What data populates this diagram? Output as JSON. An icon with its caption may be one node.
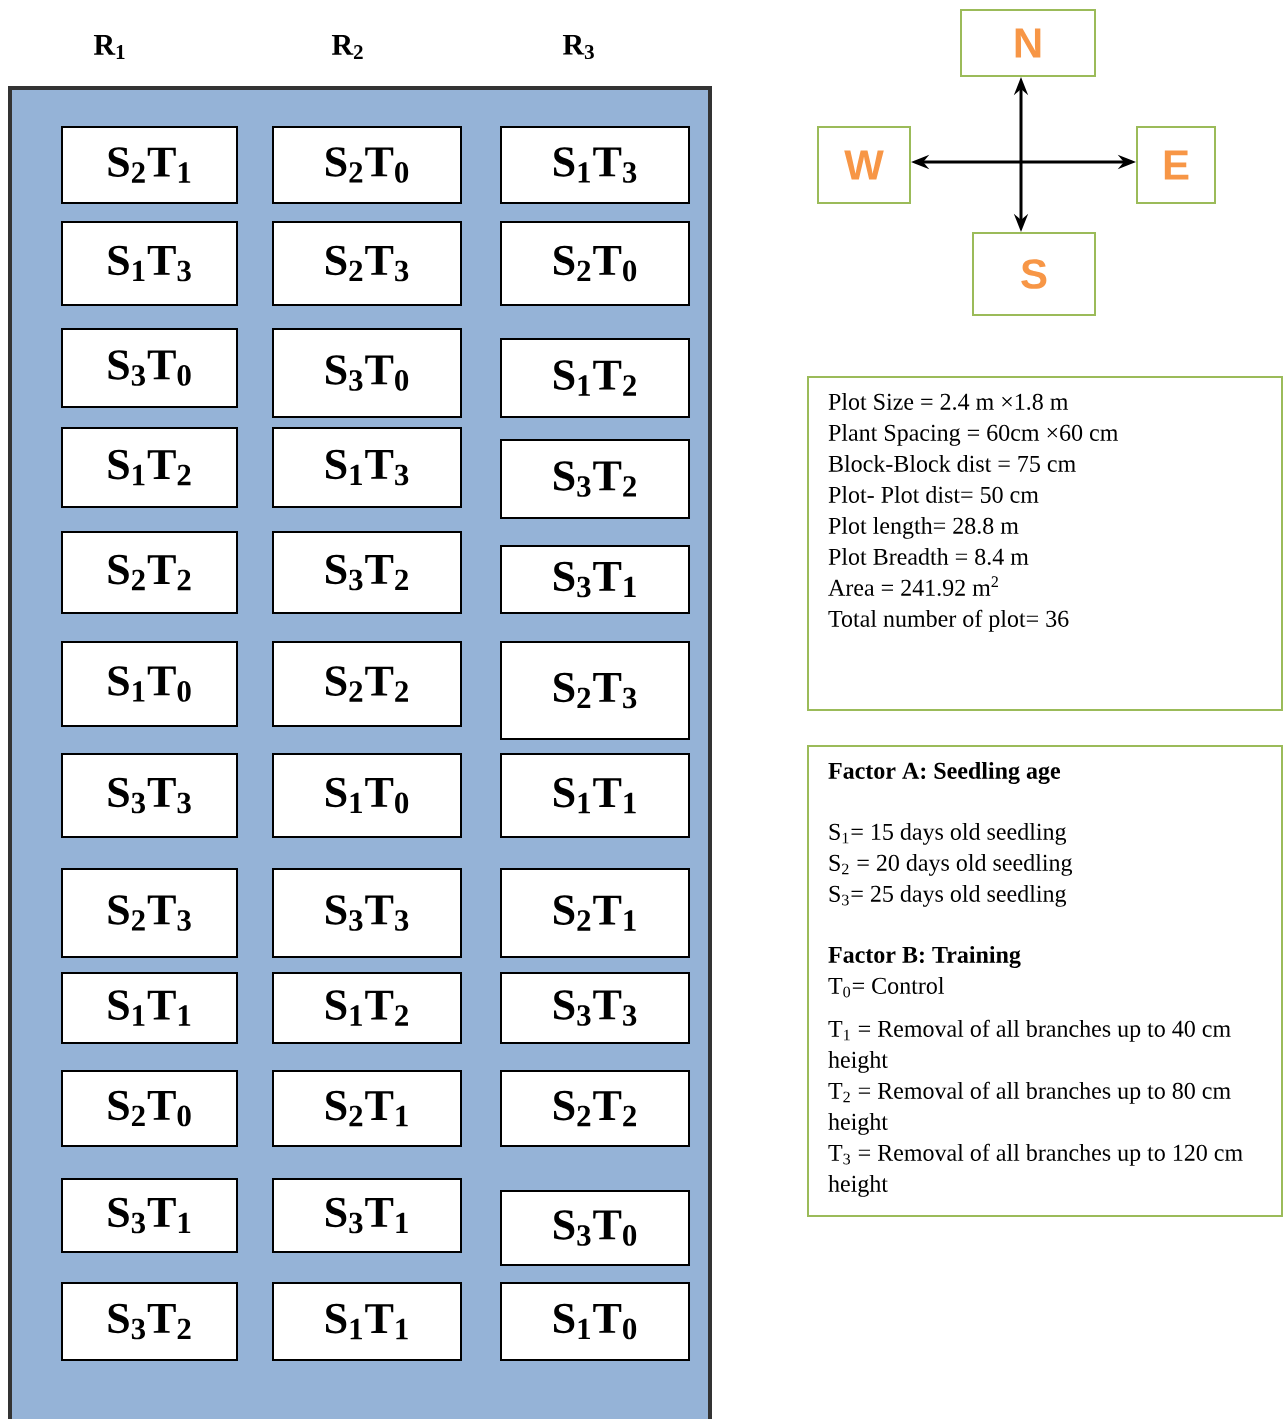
{
  "diagram": {
    "nodes": [
      {
        "text": [],
        "shape": "box"
      },
      {
        "text": [
          "S$_{2}$T$_{1}$"
        ],
        "in": 0
      },
      {
        "text": [
          "S$_{2}$T$_{0}$"
        ],
        "in": 0
      },
      {
        "text": [
          "S$_{1}$T$_{3}$"
        ],
        "in": 0
      },
      {
        "text": [
          "S$_{1}$T$_{3}$"
        ],
        "in": 0
      },
      {
        "text": [
          "S$_{2}$T$_{3}$"
        ],
        "in": 0
      },
      {
        "text": [
          "S$_{2}$T$_{0}$"
        ],
        "in": 0
      },
      {
        "text": [
          "S$_{3}$T$_{0}$"
        ],
        "in": 0
      },
      {
        "text": [
          "S$_{3}$T$_{0}$"
        ],
        "in": 0
      },
      {
        "text": [
          "S$_{1}$T$_{2}$"
        ],
        "in": 0
      },
      {
        "text": [
          "S$_{1}$T$_{2}$"
        ],
        "in": 0
      },
      {
        "text": [
          "S$_{1}$T$_{3}$"
        ],
        "in": 0
      },
      {
        "text": [
          "S$_{3}$T$_{2}$"
        ],
        "in": 0
      },
      {
        "text": [
          "S$_{2}$T$_{2}$"
        ],
        "in": 0
      },
      {
        "text": [
          "S$_{3}$T$_{2}$"
        ],
        "in": 0
      },
      {
        "text": [
          "S$_{3}$T$_{1}$"
        ],
        "in": 0
      },
      {
        "text": [
          "S$_{1}$T$_{0}$"
        ],
        "in": 0
      },
      {
        "text": [
          "S$_{2}$T$_{2}$"
        ],
        "in": 0
      },
      {
        "text": [
          "S$_{2}$T$_{3}$"
        ],
        "in": 0
      },
      {
        "text": [
          "S$_{3}$T$_{3}$"
        ],
        "in": 0
      },
      {
        "text": [
          "S$_{1}$T$_{0}$"
        ],
        "in": 0
      },
      {
        "text": [
          "S$_{1}$T$_{1}$"
        ],
        "in": 0
      },
      {
        "text": [
          "S$_{2}$T$_{3}$"
        ],
        "in": 0
      },
      {
        "text": [
          "S$_{3}$T$_{3}$"
        ],
        "in": 0
      },
      {
        "text": [
          "S$_{2}$T$_{1}$"
        ],
        "in": 0
      },
      {
        "text": [
          "S$_{1}$T$_{1}$"
        ],
        "in": 0
      },
      {
        "text": [
          "S$_{1}$T$_{2}$"
        ],
        "in": 0
      },
      {
        "text": [
          "S$_{3}$T$_{3}$"
        ],
        "in": 0
      },
      {
        "text": [
          "S$_{2}$T$_{0}$"
        ],
        "in": 0
      },
      {
        "text": [
          "S$_{2}$T$_{1}$"
        ],
        "in": 0
      },
      {
        "text": [
          "S$_{2}$T$_{2}$"
        ],
        "in": 0
      },
      {
        "text": [
          "S$_{3}$T$_{1}$"
        ],
        "in": 0
      },
      {
        "text": [
          "S$_{3}$T$_{1}$"
        ],
        "in": 0
      },
      {
        "text": [
          "S$_{3}$T$_{0}$"
        ],
        "in": 0
      },
      {
        "text": [
          "S$_{3}$T$_{2}$"
        ],
        "in": 0
      },
      {
        "text": [
          "S$_{1}$T$_{1}$"
        ],
        "in": 0
      },
      {
        "text": [
          "S$_{1}$T$_{0}$"
        ],
        "in": 0
      },
      {
        "text": [
          "N"
        ]
      },
      {
        "text": [
          "W"
        ]
      },
      {
        "text": [
          "E"
        ]
      },
      {
        "text": [
          "S"
        ]
      },
      {
        "text": [
          "Plot Size = 2.4 m ×1.8 m",
          "Plant Spacing = 60cm ×60 cm",
          "Block-Block dist = 75 cm",
          "Plot- Plot dist= 50 cm",
          "Plot length= 28.8 m",
          "Plot Breadth = 8.4 m",
          "Area = 241.92  m$^{2}$",
          "Total number of plot= 36"
        ]
      },
      {
        "text": [
          "Factor A: Seedling age",
          "S$_{1}$= 15 days old seedling",
          "S$_{2}$ = 20 days old seedling",
          "S$_{3}$= 25 days old seedling",
          "Factor B: Training",
          "T$_{0}$= Control",
          "T$_{1}$ = Removal of all branches up to 40 cm height",
          "T$_{2}$ = Removal of all branches up to 80 cm height",
          "T$_{3}$ = Removal of all branches up to 120 cm height"
        ]
      }
    ],
    "edges": [
      {
        "from": null,
        "to": 37,
        "arrow": "to"
      },
      {
        "from": null,
        "to": 38,
        "arrow": "to"
      },
      {
        "from": null,
        "to": 39,
        "arrow": "to"
      },
      {
        "from": null,
        "to": 40,
        "arrow": "to"
      }
    ],
    "labels": [
      "R$_{1}$",
      "R$_{2}$",
      "R$_{3}$"
    ]
  }
}
